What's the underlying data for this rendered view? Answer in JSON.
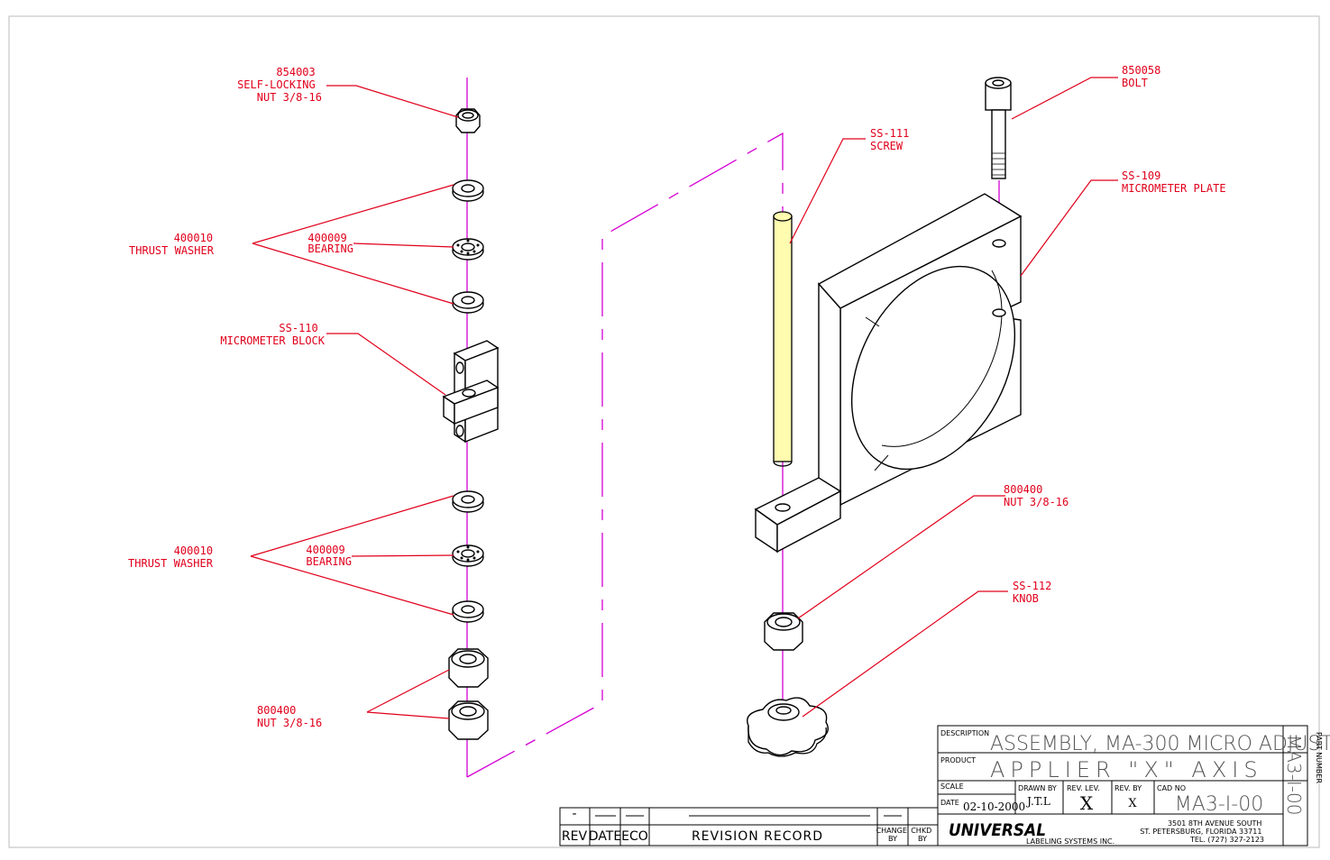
{
  "callouts": {
    "nut_top": [
      "854003",
      "SELF-LOCKING",
      "NUT 3/8-16"
    ],
    "thrust_washer_1": [
      "400010",
      "THRUST WASHER"
    ],
    "bearing_1": [
      "400009",
      "BEARING"
    ],
    "micrometer_block": [
      "SS-110",
      "MICROMETER BLOCK"
    ],
    "thrust_washer_2": [
      "400010",
      "THRUST WASHER"
    ],
    "bearing_2": [
      "400009",
      "BEARING"
    ],
    "nut_bottom": [
      "800400",
      "NUT 3/8-16"
    ],
    "screw": [
      "SS-111",
      "SCREW"
    ],
    "bolt": [
      "850058",
      "BOLT"
    ],
    "micrometer_plate": [
      "SS-109",
      "MICROMETER PLATE"
    ],
    "nut_right": [
      "800400",
      "NUT 3/8-16"
    ],
    "knob": [
      "SS-112",
      "KNOB"
    ]
  },
  "title_block": {
    "description_label": "DESCRIPTION",
    "description": "ASSEMBLY, MA-300 MICRO ADJUST",
    "product_label": "PRODUCT",
    "product": "APPLIER \"X\" AXIS",
    "part_number_label": "PART NUMBER",
    "part_number": "MA3-I-00",
    "scale_label": "SCALE",
    "scale": "_",
    "date_label": "DATE",
    "date": "02-10-2000",
    "drawn_by_label": "DRAWN BY",
    "drawn_by": "J.T.L",
    "rev_lev_label": "REV. LEV.",
    "rev_lev": "X",
    "rev_by_label": "REV. BY",
    "rev_by": "X",
    "cad_no_label": "CAD NO",
    "cad_no": "MA3-I-00",
    "company_logo": "UNIVERSAL",
    "company_sub": "LABELING SYSTEMS INC.",
    "address": [
      "3501 8TH AVENUE SOUTH",
      "ST. PETERSBURG, FLORIDA 33711",
      "TEL. (727) 327-2123"
    ]
  },
  "revision_record": {
    "rev": "REV",
    "date": "DATE",
    "eco": "ECO",
    "title": "REVISION RECORD",
    "change_by": [
      "CHANGE",
      "BY"
    ],
    "chkd_by": [
      "CHKD",
      "BY"
    ],
    "placeholder": "-"
  },
  "colors": {
    "callout": "#e0001b",
    "axis": "#d400d4",
    "screw_fill": "#fffcb0"
  }
}
